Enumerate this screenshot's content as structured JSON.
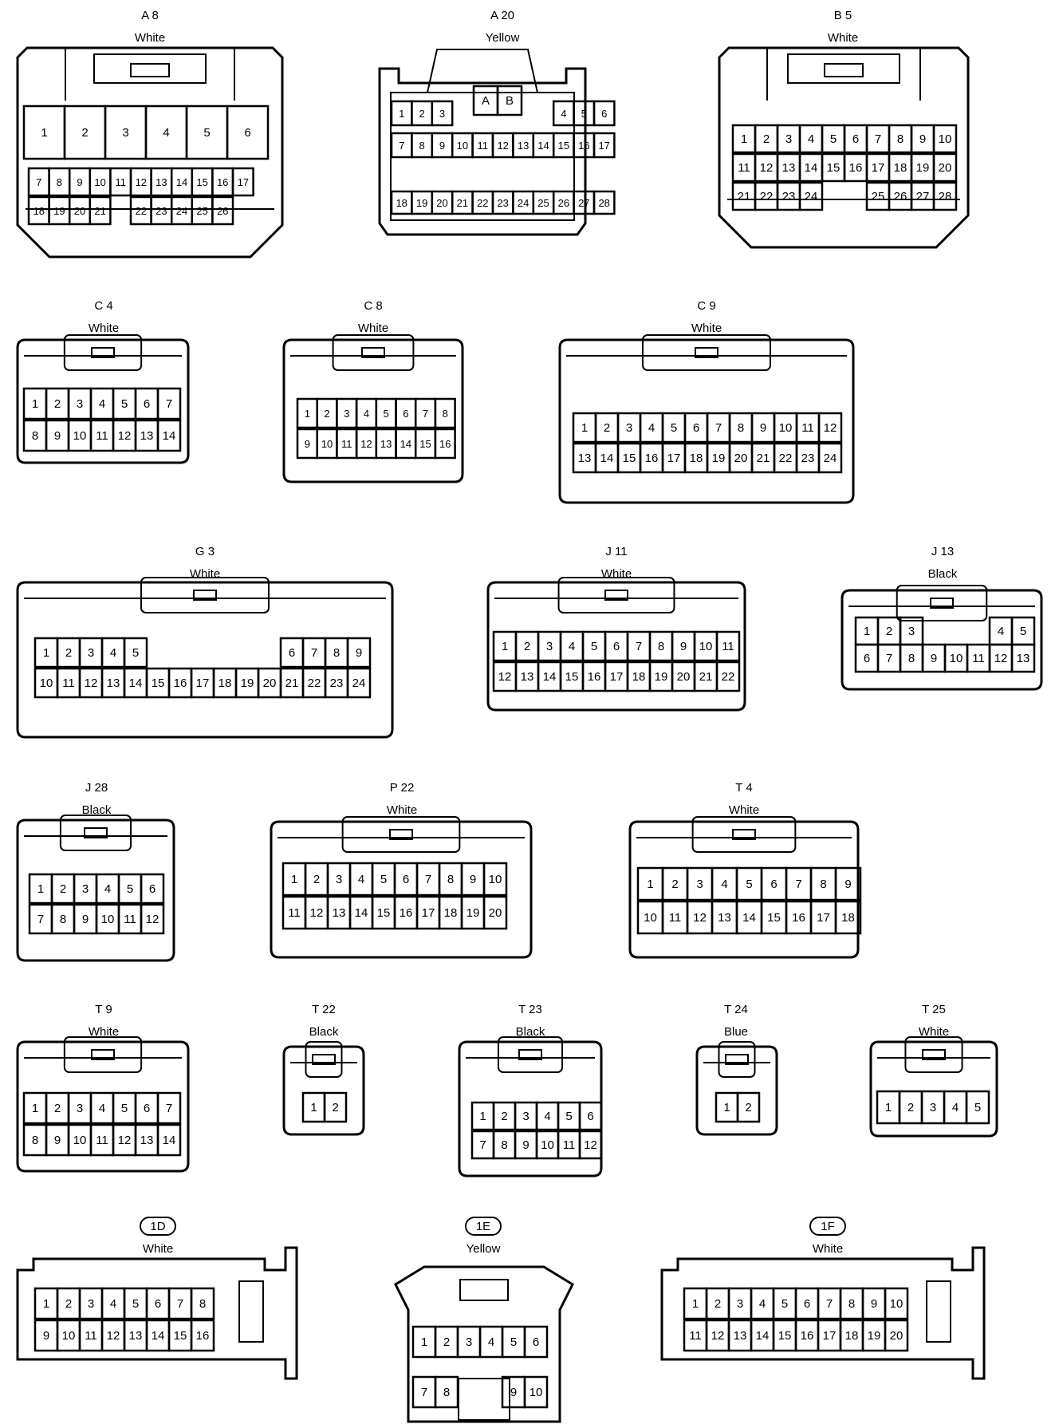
{
  "connectors": [
    {
      "code": "A 8",
      "color": "White",
      "rows": [
        [
          "1",
          "2",
          "3",
          "4",
          "5",
          "6"
        ],
        [
          "7",
          "8",
          "9",
          "10",
          "11",
          "12",
          "13",
          "14",
          "15",
          "16",
          "17"
        ],
        [
          "18",
          "19",
          "20",
          "21",
          "",
          "22",
          "23",
          "24",
          "25",
          "26"
        ]
      ]
    },
    {
      "code": "A 20",
      "color": "Yellow",
      "rows": [
        [
          "A",
          "B"
        ],
        [
          "1",
          "2",
          "3",
          "",
          "",
          "",
          "",
          "",
          "4",
          "5",
          "6"
        ],
        [
          "7",
          "8",
          "9",
          "10",
          "11",
          "12",
          "13",
          "14",
          "15",
          "16",
          "17"
        ],
        [
          "18",
          "19",
          "20",
          "21",
          "22",
          "23",
          "24",
          "25",
          "26",
          "27",
          "28"
        ]
      ]
    },
    {
      "code": "B 5",
      "color": "White",
      "rows": [
        [
          "1",
          "2",
          "3",
          "4",
          "5",
          "6",
          "7",
          "8",
          "9",
          "10"
        ],
        [
          "11",
          "12",
          "13",
          "14",
          "15",
          "16",
          "17",
          "18",
          "19",
          "20"
        ],
        [
          "21",
          "22",
          "23",
          "24",
          "",
          "",
          "25",
          "26",
          "27",
          "28"
        ]
      ]
    },
    {
      "code": "C 4",
      "color": "White",
      "rows": [
        [
          "1",
          "2",
          "3",
          "4",
          "5",
          "6",
          "7"
        ],
        [
          "8",
          "9",
          "10",
          "11",
          "12",
          "13",
          "14"
        ]
      ]
    },
    {
      "code": "C 8",
      "color": "White",
      "rows": [
        [
          "1",
          "2",
          "3",
          "4",
          "5",
          "6",
          "7",
          "8"
        ],
        [
          "9",
          "10",
          "11",
          "12",
          "13",
          "14",
          "15",
          "16"
        ]
      ]
    },
    {
      "code": "C 9",
      "color": "White",
      "rows": [
        [
          "1",
          "2",
          "3",
          "4",
          "5",
          "6",
          "7",
          "8",
          "9",
          "10",
          "11",
          "12"
        ],
        [
          "13",
          "14",
          "15",
          "16",
          "17",
          "18",
          "19",
          "20",
          "21",
          "22",
          "23",
          "24"
        ]
      ]
    },
    {
      "code": "G 3",
      "color": "White",
      "rows": [
        [
          "1",
          "2",
          "3",
          "4",
          "5",
          "",
          "",
          "",
          "",
          "",
          "",
          "6",
          "7",
          "8",
          "9"
        ],
        [
          "10",
          "11",
          "12",
          "13",
          "14",
          "15",
          "16",
          "17",
          "18",
          "19",
          "20",
          "21",
          "22",
          "23",
          "24"
        ]
      ]
    },
    {
      "code": "J 11",
      "color": "White",
      "rows": [
        [
          "1",
          "2",
          "3",
          "4",
          "5",
          "6",
          "7",
          "8",
          "9",
          "10",
          "11"
        ],
        [
          "12",
          "13",
          "14",
          "15",
          "16",
          "17",
          "18",
          "19",
          "20",
          "21",
          "22"
        ]
      ]
    },
    {
      "code": "J 13",
      "color": "Black",
      "rows": [
        [
          "1",
          "2",
          "3",
          "",
          "",
          "",
          "4",
          "5"
        ],
        [
          "6",
          "7",
          "8",
          "9",
          "10",
          "11",
          "12",
          "13"
        ]
      ]
    },
    {
      "code": "J 28",
      "color": "Black",
      "rows": [
        [
          "1",
          "2",
          "3",
          "4",
          "5",
          "6"
        ],
        [
          "7",
          "8",
          "9",
          "10",
          "11",
          "12"
        ]
      ]
    },
    {
      "code": "P 22",
      "color": "White",
      "rows": [
        [
          "1",
          "2",
          "3",
          "4",
          "5",
          "6",
          "7",
          "8",
          "9",
          "10"
        ],
        [
          "11",
          "12",
          "13",
          "14",
          "15",
          "16",
          "17",
          "18",
          "19",
          "20"
        ]
      ]
    },
    {
      "code": "T 4",
      "color": "White",
      "rows": [
        [
          "1",
          "2",
          "3",
          "4",
          "5",
          "6",
          "7",
          "8",
          "9"
        ],
        [
          "10",
          "11",
          "12",
          "13",
          "14",
          "15",
          "16",
          "17",
          "18"
        ]
      ]
    },
    {
      "code": "T 9",
      "color": "White",
      "rows": [
        [
          "1",
          "2",
          "3",
          "4",
          "5",
          "6",
          "7"
        ],
        [
          "8",
          "9",
          "10",
          "11",
          "12",
          "13",
          "14"
        ]
      ]
    },
    {
      "code": "T 22",
      "color": "Black",
      "rows": [
        [
          "1",
          "2"
        ]
      ]
    },
    {
      "code": "T 23",
      "color": "Black",
      "rows": [
        [
          "1",
          "2",
          "3",
          "4",
          "5",
          "6"
        ],
        [
          "7",
          "8",
          "9",
          "10",
          "11",
          "12"
        ]
      ]
    },
    {
      "code": "T 24",
      "color": "Blue",
      "rows": [
        [
          "1",
          "2"
        ]
      ]
    },
    {
      "code": "T 25",
      "color": "White",
      "rows": [
        [
          "1",
          "2",
          "3",
          "4",
          "5"
        ]
      ]
    },
    {
      "code": "1D",
      "color": "White",
      "badge": true,
      "rows": [
        [
          "1",
          "2",
          "3",
          "4",
          "5",
          "6",
          "7",
          "8"
        ],
        [
          "9",
          "10",
          "11",
          "12",
          "13",
          "14",
          "15",
          "16"
        ]
      ]
    },
    {
      "code": "1E",
      "color": "Yellow",
      "badge": true,
      "rows": [
        [
          "1",
          "2",
          "3",
          "4",
          "5",
          "6"
        ],
        [
          "7",
          "8",
          "",
          "",
          "9",
          "10"
        ]
      ]
    },
    {
      "code": "1F",
      "color": "White",
      "badge": true,
      "rows": [
        [
          "1",
          "2",
          "3",
          "4",
          "5",
          "6",
          "7",
          "8",
          "9",
          "10"
        ],
        [
          "11",
          "12",
          "13",
          "14",
          "15",
          "16",
          "17",
          "18",
          "19",
          "20"
        ]
      ]
    }
  ]
}
